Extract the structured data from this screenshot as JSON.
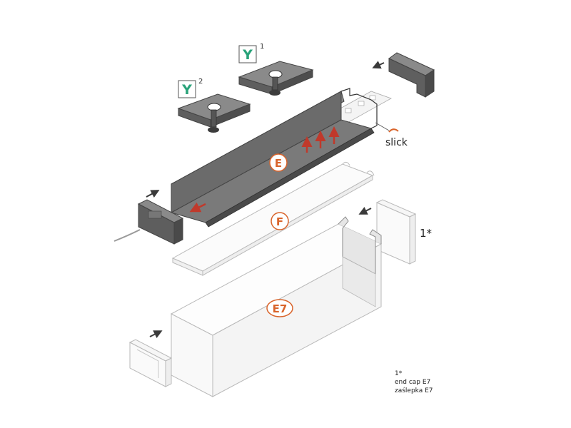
{
  "badges": {
    "y1_letter": "Y",
    "y1_sup": "1",
    "y2_letter": "Y",
    "y2_sup": "2"
  },
  "parts": {
    "e_label": "E",
    "f_label": "F",
    "e7_label": "E7"
  },
  "callouts": {
    "slick": "slick",
    "one_star": "1*"
  },
  "footnote": {
    "ref": "1*",
    "line1": "end cap E7",
    "line2": "zaślepka E7"
  },
  "colors": {
    "badge_green": "#2aa37a",
    "label_orange": "#d9642b",
    "arrow_red": "#c0392b",
    "arrow_dark": "#3a3a3a",
    "profile_dark": "#6b6b6b",
    "profile_shadow": "#4a4a4a",
    "diffuser_line": "#b9b9b9"
  }
}
